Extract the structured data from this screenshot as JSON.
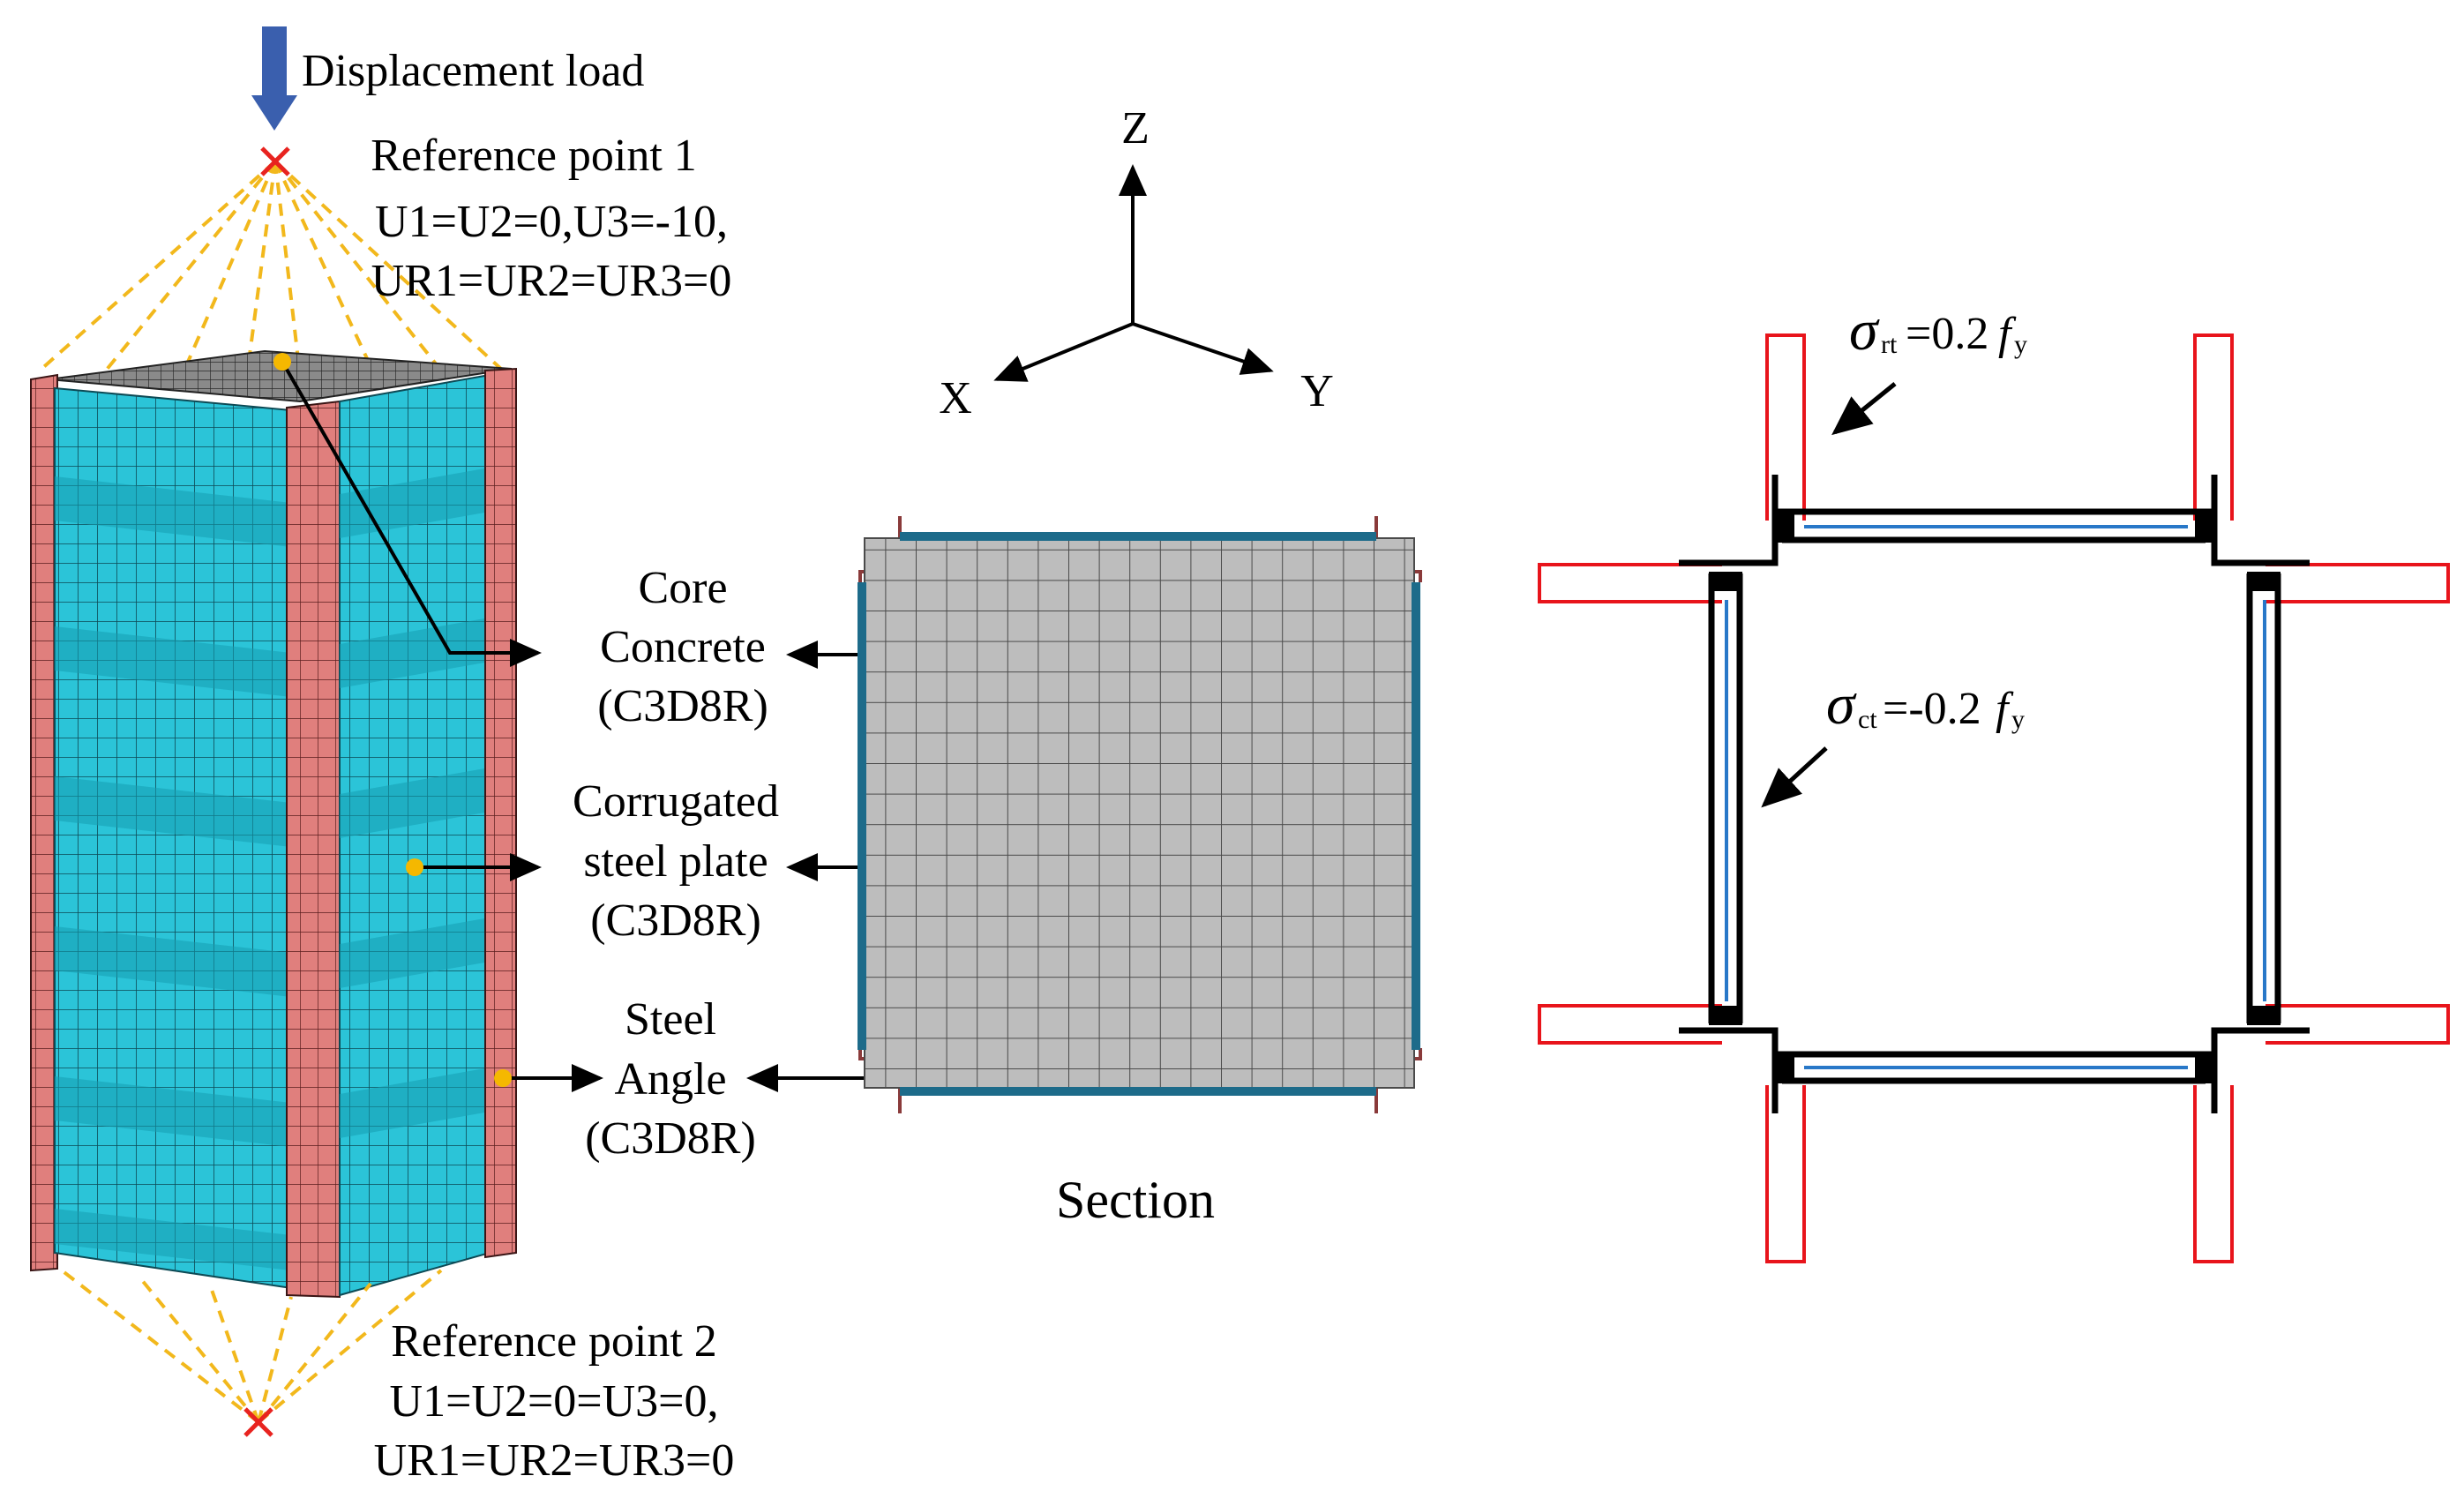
{
  "labels": {
    "displacement_load": "Displacement load",
    "rp1_title": "Reference point 1",
    "rp1_line1": "U1=U2=0,U3=-10,",
    "rp1_line2": "UR1=UR2=UR3=0",
    "rp2_title": "Reference point 2",
    "rp2_line1": "U1=U2=0=U3=0,",
    "rp2_line2": "UR1=UR2=UR3=0",
    "core_1": "Core",
    "core_2": "Concrete",
    "core_3": "(C3D8R)",
    "plate_1": "Corrugated",
    "plate_2": "steel plate",
    "plate_3": "(C3D8R)",
    "angle_1": "Steel",
    "angle_2": "Angle",
    "angle_3": "(C3D8R)",
    "section": "Section",
    "axis_x": "X",
    "axis_y": "Y",
    "axis_z": "Z",
    "sigma_rt_symbol": "σ",
    "sigma_rt_sub": "rt",
    "sigma_rt_eq": "=0.2",
    "sigma_rt_f": "f",
    "sigma_rt_fsub": "y",
    "sigma_ct_symbol": "σ",
    "sigma_ct_sub": "ct",
    "sigma_ct_eq": "=-0.2",
    "sigma_ct_f": "f",
    "sigma_ct_fsub": "y"
  },
  "colors": {
    "load_arrow": "#3a5fae",
    "ref_point": "#e8231f",
    "dash_lines": "#f2b81c",
    "corrugated_plate": "#2bc4d8",
    "steel_angle": "#e07f7d",
    "concrete": "#bdbdbd",
    "mesh_line": "#555555",
    "plate_edge": "#1d6b8a",
    "stress_red": "#e8141b",
    "stress_blue": "#2878c8",
    "leader_dot": "#f5b800"
  }
}
